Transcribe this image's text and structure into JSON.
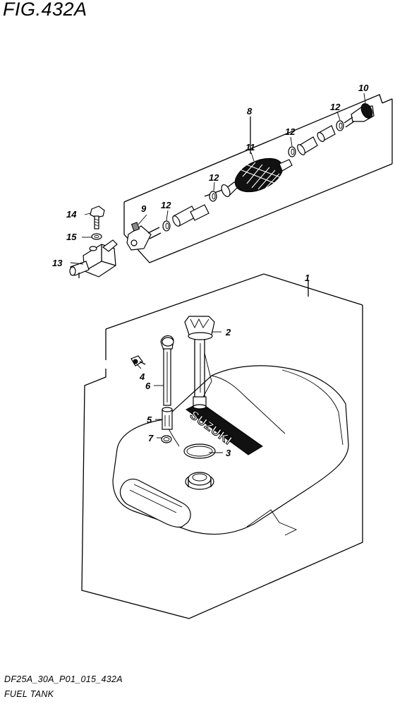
{
  "figure": {
    "title": "FIG.432A",
    "code": "DF25A_30A_P01_015_432A",
    "name": "FUEL TANK"
  },
  "callouts": {
    "c1": "1",
    "c2": "2",
    "c3": "3",
    "c4": "4",
    "c5": "5",
    "c6": "6",
    "c7": "7",
    "c8": "8",
    "c9": "9",
    "c10": "10",
    "c11": "11",
    "c12a": "12",
    "c12b": "12",
    "c12c": "12",
    "c12d": "12",
    "c13": "13",
    "c14": "14",
    "c15": "15"
  },
  "tank_brand": "SUZUKI"
}
